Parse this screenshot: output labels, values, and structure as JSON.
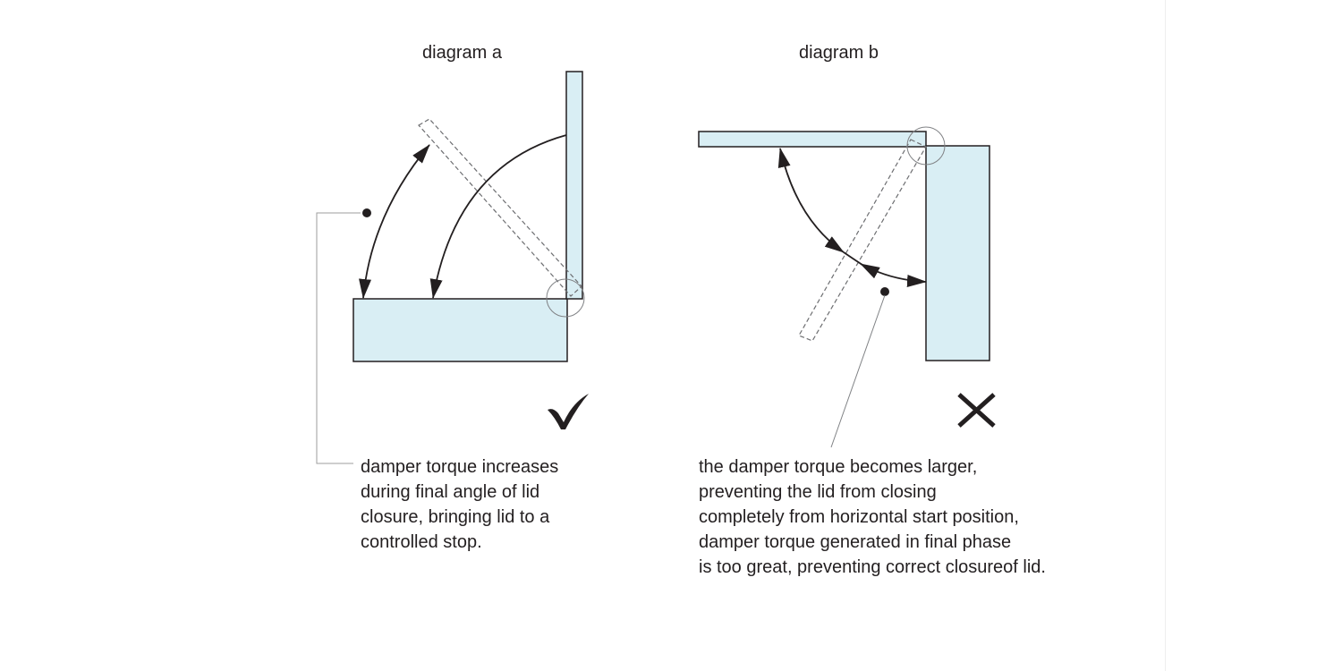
{
  "diagram_a": {
    "title": "diagram a",
    "verdict_icon": "checkmark-icon",
    "caption_lines": [
      "damper torque increases",
      "during final angle of lid",
      "closure, bringing lid to a",
      "controlled stop."
    ]
  },
  "diagram_b": {
    "title": "diagram b",
    "verdict_icon": "cross-icon",
    "caption_lines": [
      "the damper torque becomes larger,",
      "preventing the lid from closing",
      "completely from horizontal start position,",
      "damper torque generated in final phase",
      "is too great, preventing correct closureof lid."
    ]
  },
  "colors": {
    "fill": "#d9eef4",
    "stroke": "#231f20",
    "dashed": "#6d6e71",
    "leader": "#9d9d9d"
  }
}
